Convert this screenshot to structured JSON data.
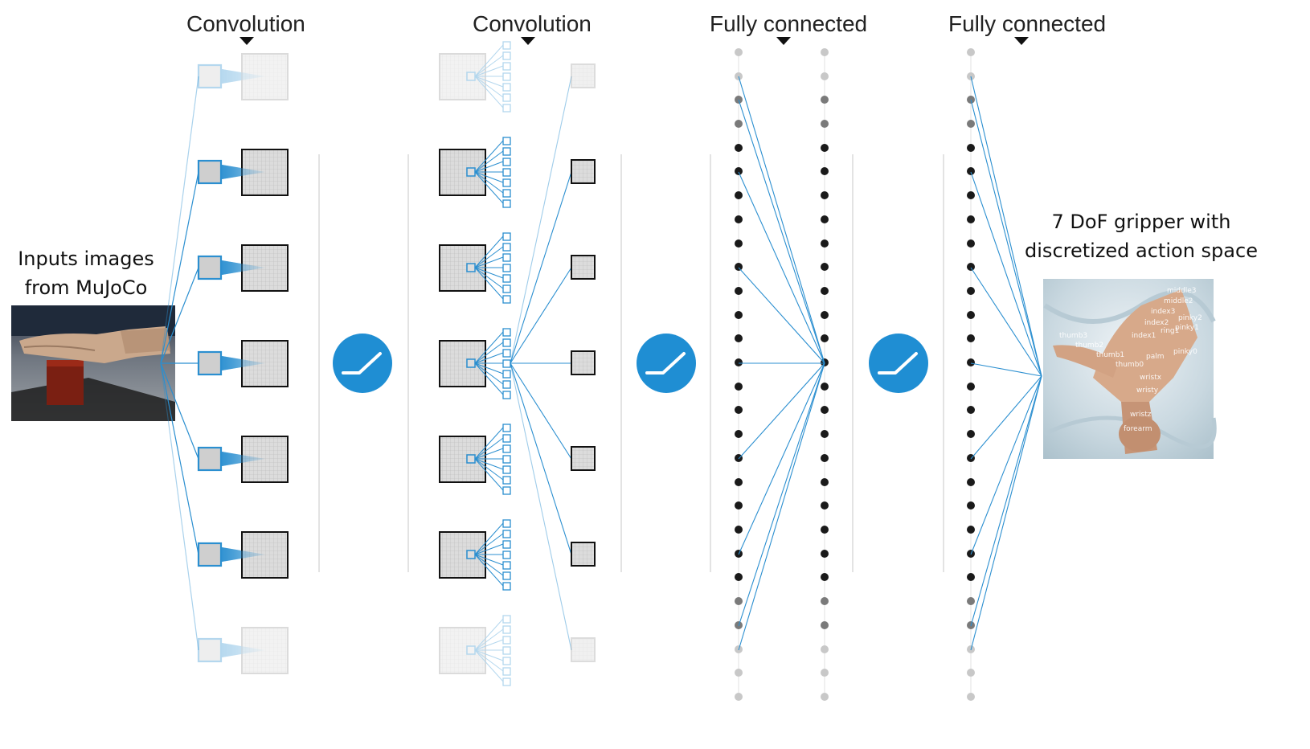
{
  "layers": [
    {
      "label": "Convolution"
    },
    {
      "label": "Convolution"
    },
    {
      "label": "Fully connected"
    },
    {
      "label": "Fully connected"
    }
  ],
  "input": {
    "caption_line1": "Inputs images",
    "caption_line2": "from MuJoCo"
  },
  "output": {
    "caption_line1": "7 DoF gripper with",
    "caption_line2": "discretized action space",
    "hand_labels": [
      "middle3",
      "middle2",
      "index3",
      "pinky2",
      "pinky1",
      "index2",
      "index1",
      "ring1",
      "thumb3",
      "thumb2",
      "thumb1",
      "palm",
      "pinky0",
      "thumb0",
      "wristx",
      "wristy",
      "wristz",
      "forearm"
    ]
  },
  "activation": {
    "icon": "relu-icon",
    "count": 3
  },
  "colors": {
    "connection": "#2b8fd0",
    "activation_circle": "#1f8ed3",
    "node_dark": "#1a1a1a",
    "node_faded": "#c8c8c8",
    "feature_map_fill": "#d9d9d9",
    "divider": "#d0d0d0"
  }
}
